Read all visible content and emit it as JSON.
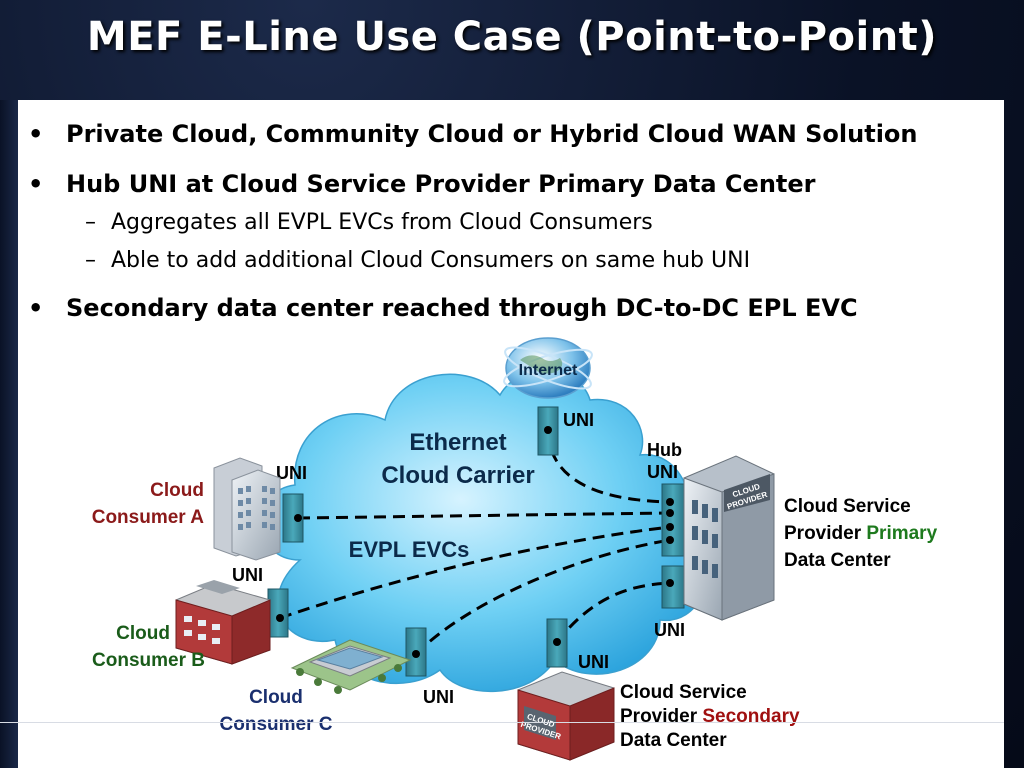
{
  "title": "MEF E-Line Use Case (Point-to-Point)",
  "bullets": [
    {
      "level": 1,
      "text": "Private Cloud, Community Cloud or Hybrid Cloud WAN Solution"
    },
    {
      "level": 1,
      "text": "Hub UNI at Cloud Service Provider Primary Data Center"
    },
    {
      "level": 2,
      "text": "Aggregates all EVPL EVCs from Cloud Consumers"
    },
    {
      "level": 2,
      "text": "Able to add additional Cloud Consumers on same hub UNI"
    },
    {
      "level": 1,
      "text": "Secondary data center reached through DC-to-DC EPL EVC"
    }
  ],
  "diagram": {
    "internet_label": "Internet",
    "cloud_label_line1": "Ethernet",
    "cloud_label_line2": "Cloud Carrier",
    "evc_label": "EVPL EVCs",
    "uni_label": "UNI",
    "hub_label_line1": "Hub",
    "hub_label_line2": "UNI",
    "consumer_a_line1": "Cloud",
    "consumer_a_line2": "Consumer A",
    "consumer_b_line1": "Cloud",
    "consumer_b_line2": "Consumer B",
    "consumer_c_line1": "Cloud",
    "consumer_c_line2": "Consumer C",
    "primary_line1": "Cloud Service",
    "primary_line2a": "Provider ",
    "primary_line2b": "Primary",
    "primary_line3": "Data Center",
    "secondary_line1": "Cloud Service",
    "secondary_line2a": "Provider ",
    "secondary_line2b": "Secondary",
    "secondary_line3": "Data Center",
    "provider_sign": "CLOUD PROVIDER",
    "provider_sign_line1": "CLOUD",
    "provider_sign_line2": "PROVIDER"
  },
  "colors": {
    "consumer_a": "#8b1a1a",
    "consumer_b": "#1a5c1a",
    "consumer_c": "#1a2f6e",
    "primary_accent": "#1e7a1e",
    "secondary_accent": "#a01010",
    "cloud_fill": "#5ec8f0",
    "uni_box": "#3a8ea0"
  }
}
